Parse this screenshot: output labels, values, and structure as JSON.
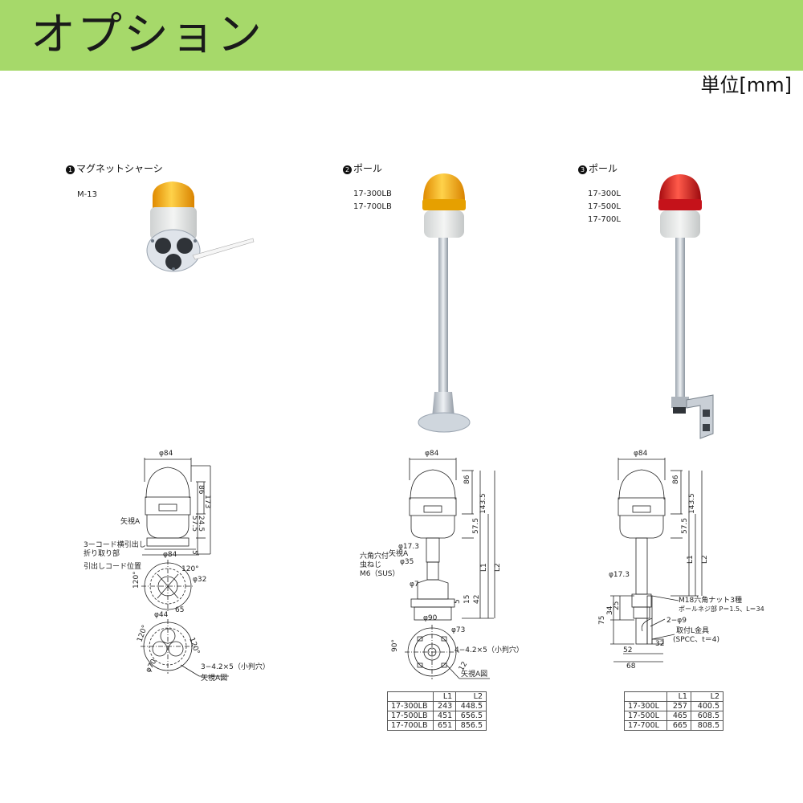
{
  "header": {
    "title": "オプション"
  },
  "unit_label": "単位[mm]",
  "sections": [
    {
      "num": "1",
      "title": "マグネットシャーシ",
      "models": [
        "M-13"
      ]
    },
    {
      "num": "2",
      "title": "ポール",
      "models": [
        "17-300LB",
        "17-700LB"
      ]
    },
    {
      "num": "3",
      "title": "ポール",
      "models": [
        "17-300L",
        "17-500L",
        "17-700L"
      ]
    }
  ],
  "drawing1": {
    "d84": "φ84",
    "h86": "86",
    "h173": "173",
    "h575": "57.5",
    "h245": "24.5",
    "h5": "5",
    "view_a": "矢視A",
    "cord_note1": "3ーコード横引出し",
    "cord_note2": "折り取り部",
    "base_d84": "φ84",
    "cord_pos": "引出しコード位置",
    "d32": "φ32",
    "a120a": "120°",
    "a120b": "120°",
    "d44": "φ44",
    "d65": "65",
    "a120c": "120°",
    "a120d": "120°",
    "d70": "φ70",
    "holes": "3−4.2×5（小判穴）",
    "view_a_fig": "矢視A図"
  },
  "drawing2": {
    "d84": "φ84",
    "h86": "86",
    "h1435": "143.5",
    "h575": "57.5",
    "L1": "L1",
    "L2": "L2",
    "d173": "φ17.3",
    "hex1": "六角穴付",
    "hex2": "虫ねじ",
    "m6": "M6（SUS）",
    "view_a": "矢視A",
    "d35": "φ35",
    "d7": "φ7",
    "h5": "5",
    "h15": "15",
    "h42": "42",
    "d90": "φ90",
    "a90": "90°",
    "d73": "φ73",
    "holes": "4−4.2×5（小判穴）",
    "d12": "12",
    "view_a_fig": "矢視A図"
  },
  "drawing3": {
    "d84": "φ84",
    "h86": "86",
    "h1435": "143.5",
    "h575": "57.5",
    "L1": "L1",
    "L2": "L2",
    "d173": "φ17.3",
    "nut1": "M18六角ナット3種",
    "nut2": "ポールネジ部 P＝1.5、L＝34",
    "d9": "2−φ9",
    "bracket1": "取付L金具",
    "bracket2": "(SPCC、t＝4)",
    "h75": "75",
    "h34": "34",
    "h25": "25",
    "d32": "32",
    "d52": "52",
    "d68": "68"
  },
  "tables": [
    {
      "headers": [
        "",
        "L1",
        "L2"
      ],
      "rows": [
        [
          "17-300LB",
          "243",
          "448.5"
        ],
        [
          "17-500LB",
          "451",
          "656.5"
        ],
        [
          "17-700LB",
          "651",
          "856.5"
        ]
      ]
    },
    {
      "headers": [
        "",
        "L1",
        "L2"
      ],
      "rows": [
        [
          "17-300L",
          "257",
          "400.5"
        ],
        [
          "17-500L",
          "465",
          "608.5"
        ],
        [
          "17-700L",
          "665",
          "808.5"
        ]
      ]
    }
  ],
  "colors": {
    "header_bg": "#a6d96a",
    "lamp_amber": "#f2a200",
    "lamp_red": "#d0151b"
  }
}
